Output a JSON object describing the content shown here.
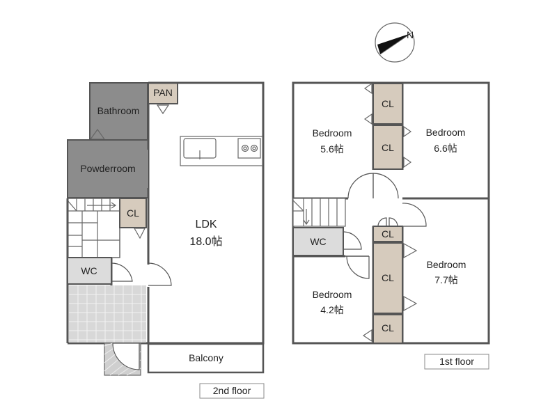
{
  "floor2": {
    "label": "2nd floor",
    "rooms": {
      "bathroom": "Bathroom",
      "pantry": "PAN",
      "powderroom": "Powderroom",
      "closet": "CL",
      "wc": "WC",
      "ldk_name": "LDK",
      "ldk_size": "18.0帖",
      "balcony": "Balcony"
    }
  },
  "floor1": {
    "label": "1st floor",
    "rooms": {
      "bed_a_name": "Bedroom",
      "bed_a_size": "5.6帖",
      "bed_b_name": "Bedroom",
      "bed_b_size": "6.6帖",
      "bed_c_name": "Bedroom",
      "bed_c_size": "4.2帖",
      "bed_d_name": "Bedroom",
      "bed_d_size": "7.7帖",
      "cl1": "CL",
      "cl2": "CL",
      "cl3": "CL",
      "cl4": "CL",
      "cl5": "CL",
      "wc": "WC"
    }
  },
  "compass": {
    "icon": "compass-icon",
    "letter": "N"
  },
  "colors": {
    "wet_area": "#8c8c8c",
    "closet": "#d6cbbd",
    "wc": "#dcdcdc",
    "wall": "#555555"
  }
}
